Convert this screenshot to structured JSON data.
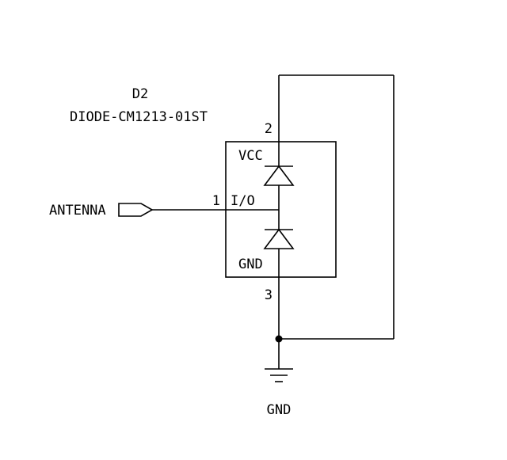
{
  "schematic": {
    "component": {
      "refdes": "D2",
      "name": "DIODE-CM1213-01ST",
      "pins": [
        {
          "number": "1",
          "label": "I/O"
        },
        {
          "number": "2",
          "label": "VCC"
        },
        {
          "number": "3",
          "label": "GND"
        }
      ]
    },
    "nets": {
      "antenna": "ANTENNA",
      "ground": "GND"
    },
    "symbols": {
      "antenna_flag": "net-label-flag",
      "top_diode": "diode-symbol",
      "bottom_diode": "diode-symbol",
      "junction": "junction-dot",
      "ground": "earth-ground-symbol"
    },
    "colors": {
      "wire": "#000000",
      "background": "#ffffff",
      "text": "#000000"
    }
  }
}
